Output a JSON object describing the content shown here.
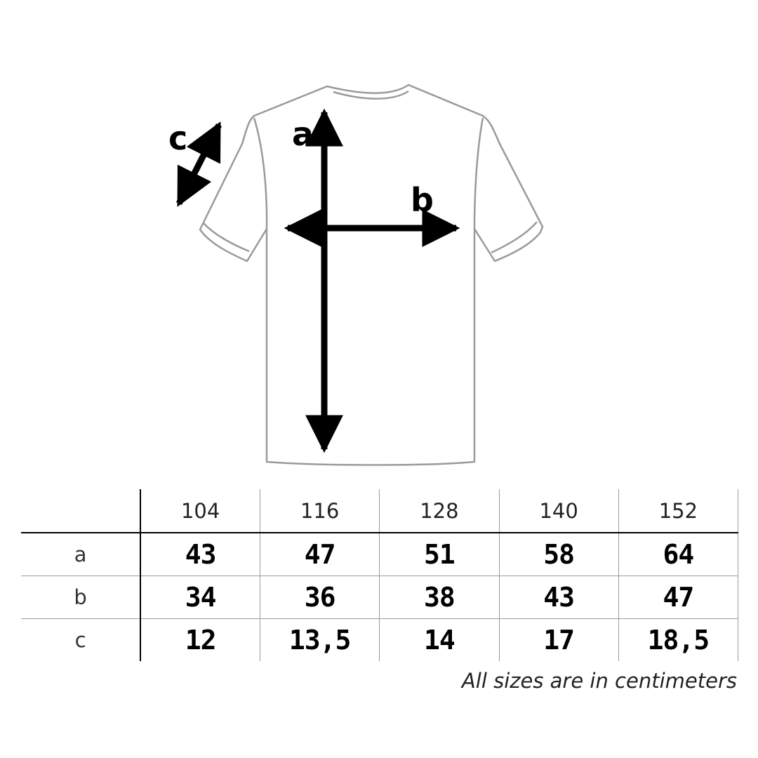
{
  "diagram": {
    "labels": {
      "a": "a",
      "b": "b",
      "c": "c"
    },
    "colors": {
      "outline": "#9a9a9a",
      "arrow": "#000000"
    }
  },
  "table": {
    "sizes": [
      "104",
      "116",
      "128",
      "140",
      "152"
    ],
    "rows": [
      {
        "label": "a",
        "values": [
          "43",
          "47",
          "51",
          "58",
          "64"
        ]
      },
      {
        "label": "b",
        "values": [
          "34",
          "36",
          "38",
          "43",
          "47"
        ]
      },
      {
        "label": "c",
        "values": [
          "12",
          "13,5",
          "14",
          "17",
          "18,5"
        ]
      }
    ]
  },
  "note": "All sizes are in centimeters"
}
